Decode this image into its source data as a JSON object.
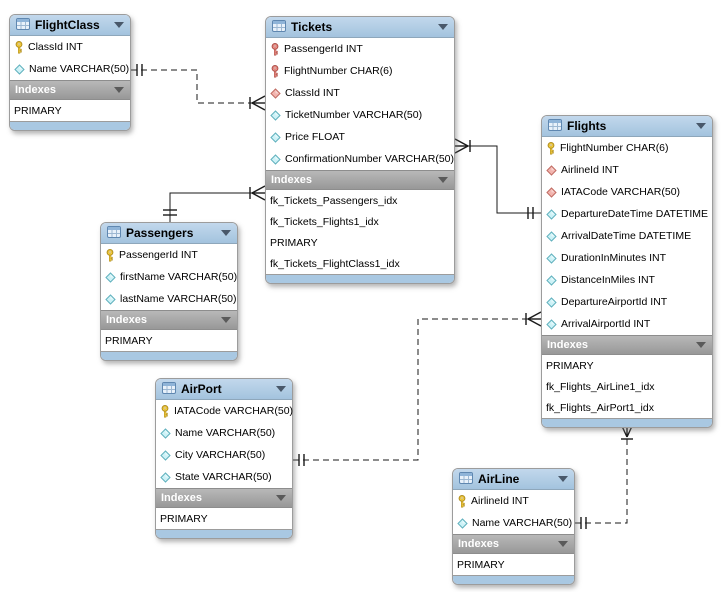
{
  "tables": [
    {
      "id": "FlightClass",
      "title": "FlightClass",
      "columns": [
        {
          "icon": "pk",
          "text": "ClassId INT"
        },
        {
          "icon": "col",
          "text": "Name VARCHAR(50)"
        }
      ],
      "indexes_label": "Indexes",
      "indexes": [
        "PRIMARY"
      ]
    },
    {
      "id": "Tickets",
      "title": "Tickets",
      "columns": [
        {
          "icon": "pkfk",
          "text": "PassengerId INT"
        },
        {
          "icon": "pkfk",
          "text": "FlightNumber CHAR(6)"
        },
        {
          "icon": "fk",
          "text": "ClassId INT"
        },
        {
          "icon": "col",
          "text": "TicketNumber VARCHAR(50)"
        },
        {
          "icon": "col",
          "text": "Price FLOAT"
        },
        {
          "icon": "col",
          "text": "ConfirmationNumber VARCHAR(50)"
        }
      ],
      "indexes_label": "Indexes",
      "indexes": [
        "fk_Tickets_Passengers_idx",
        "fk_Tickets_Flights1_idx",
        "PRIMARY",
        "fk_Tickets_FlightClass1_idx"
      ]
    },
    {
      "id": "Flights",
      "title": "Flights",
      "columns": [
        {
          "icon": "pk",
          "text": "FlightNumber CHAR(6)"
        },
        {
          "icon": "fk",
          "text": "AirlineId INT"
        },
        {
          "icon": "fk",
          "text": "IATACode VARCHAR(50)"
        },
        {
          "icon": "col",
          "text": "DepartureDateTime DATETIME"
        },
        {
          "icon": "col",
          "text": "ArrivalDateTime DATETIME"
        },
        {
          "icon": "col",
          "text": "DurationInMinutes INT"
        },
        {
          "icon": "col",
          "text": "DistanceInMiles INT"
        },
        {
          "icon": "col",
          "text": "DepartureAirportId INT"
        },
        {
          "icon": "col",
          "text": "ArrivalAirportId INT"
        }
      ],
      "indexes_label": "Indexes",
      "indexes": [
        "PRIMARY",
        "fk_Flights_AirLine1_idx",
        "fk_Flights_AirPort1_idx"
      ]
    },
    {
      "id": "Passengers",
      "title": "Passengers",
      "columns": [
        {
          "icon": "pk",
          "text": "PassengerId INT"
        },
        {
          "icon": "col",
          "text": "firstName VARCHAR(50)"
        },
        {
          "icon": "col",
          "text": "lastName VARCHAR(50)"
        }
      ],
      "indexes_label": "Indexes",
      "indexes": [
        "PRIMARY"
      ]
    },
    {
      "id": "AirPort",
      "title": "AirPort",
      "columns": [
        {
          "icon": "pk",
          "text": "IATACode VARCHAR(50)"
        },
        {
          "icon": "col",
          "text": "Name VARCHAR(50)"
        },
        {
          "icon": "col",
          "text": "City VARCHAR(50)"
        },
        {
          "icon": "col",
          "text": "State VARCHAR(50)"
        }
      ],
      "indexes_label": "Indexes",
      "indexes": [
        "PRIMARY"
      ]
    },
    {
      "id": "AirLine",
      "title": "AirLine",
      "columns": [
        {
          "icon": "pk",
          "text": "AirlineId INT"
        },
        {
          "icon": "col",
          "text": "Name VARCHAR(50)"
        }
      ],
      "indexes_label": "Indexes",
      "indexes": [
        "PRIMARY"
      ]
    }
  ],
  "relationships": [
    {
      "from": "FlightClass",
      "to": "Tickets",
      "line": "dashed",
      "from_end": "one",
      "to_end": "many"
    },
    {
      "from": "Passengers",
      "to": "Tickets",
      "line": "solid",
      "from_end": "one",
      "to_end": "many"
    },
    {
      "from": "Flights",
      "to": "Tickets",
      "line": "solid",
      "from_end": "one",
      "to_end": "many"
    },
    {
      "from": "AirPort",
      "to": "Flights",
      "line": "dashed",
      "from_end": "one",
      "to_end": "many"
    },
    {
      "from": "AirLine",
      "to": "Flights",
      "line": "dashed",
      "from_end": "one",
      "to_end": "many"
    }
  ],
  "colors": {
    "table_header": "#aecbe5",
    "table_footer": "#a9c8e2",
    "indexes_bar": "#9e9e9e",
    "relationship_line": "#1a1a1a",
    "primary_key_icon": "#f6cf3f",
    "primary_foreign_key_icon": "#ef9189",
    "foreign_key_icon": "#f2b4ae",
    "column_icon": "#cdf2f7",
    "canvas": "#ffffff"
  }
}
